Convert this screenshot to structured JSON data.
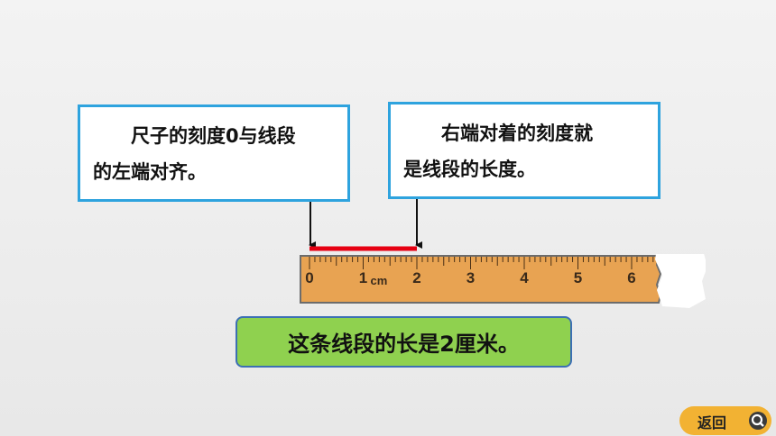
{
  "callouts": {
    "left": {
      "line1": "尺子的刻度0与线段",
      "line2": "的左端对齐。"
    },
    "right": {
      "line1": "右端对着的刻度就",
      "line2": "是线段的长度。"
    }
  },
  "ruler": {
    "labels": [
      "0",
      "1",
      "2",
      "3",
      "4",
      "5",
      "6"
    ],
    "unit": "cm",
    "colors": {
      "body": "#e8a352",
      "border": "#6c6c6c",
      "segment": "#e60012"
    }
  },
  "answer": {
    "text": "这条线段的长是2厘米。"
  },
  "nav": {
    "back_label": "返回",
    "back_icon": "search-icon"
  },
  "colors": {
    "callout_border": "#2ea3de",
    "answer_bg": "#8fd14f",
    "button_bg": "#f2b233"
  }
}
